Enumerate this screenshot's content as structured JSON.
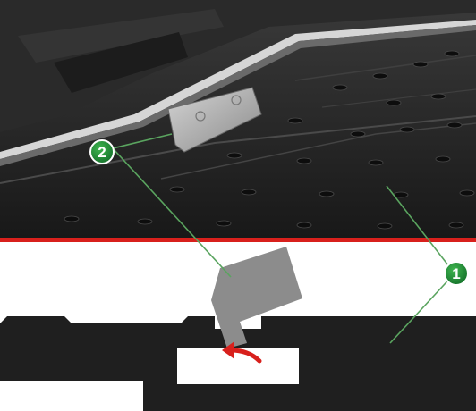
{
  "callouts": [
    {
      "id": "1",
      "label": "1",
      "target": "print-platen"
    },
    {
      "id": "2",
      "label": "2",
      "target": "platen-clip"
    }
  ],
  "colors": {
    "platen_dark": "#1f1f1f",
    "divider_red": "#d8201c",
    "callout_green": "#1e8a2e",
    "leader_line": "#5aa45f",
    "clip_gray": "#8c8c8c",
    "arrow_red": "#d8201c"
  },
  "icons": {
    "rotate_arrow": "curved-arrow-icon"
  }
}
